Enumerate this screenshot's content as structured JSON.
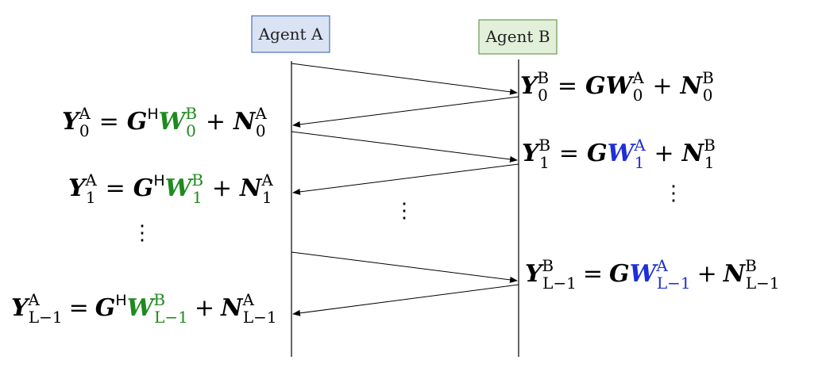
{
  "agents": {
    "a": {
      "label": "Agent A",
      "fill": "#dae3f3",
      "stroke": "#4a72b8"
    },
    "b": {
      "label": "Agent B",
      "fill": "#e2efd9",
      "stroke": "#6f9a4e"
    }
  },
  "colors": {
    "green": "#1f8a1f",
    "blue": "#1f2fd6",
    "line": "#000000"
  },
  "equations": {
    "b": [
      {
        "lhs": "Y",
        "lhs_sub": "0",
        "lhs_sup": "B",
        "eq": "=",
        "g": "G",
        "w": "W",
        "w_sub": "0",
        "w_sup": "A",
        "plus": "+",
        "n": "N",
        "n_sub": "0",
        "n_sup": "B",
        "w_color": "black"
      },
      {
        "lhs": "Y",
        "lhs_sub": "1",
        "lhs_sup": "B",
        "eq": "=",
        "g": "G",
        "w": "W",
        "w_sub": "1",
        "w_sup": "A",
        "plus": "+",
        "n": "N",
        "n_sub": "1",
        "n_sup": "B",
        "w_color": "blue"
      },
      {
        "lhs": "Y",
        "lhs_sub": "L−1",
        "lhs_sup": "B",
        "eq": "=",
        "g": "G",
        "w": "W",
        "w_sub": "L−1",
        "w_sup": "A",
        "plus": "+",
        "n": "N",
        "n_sub": "L−1",
        "n_sup": "B",
        "w_color": "blue"
      }
    ],
    "a": [
      {
        "lhs": "Y",
        "lhs_sub": "0",
        "lhs_sup": "A",
        "eq": "=",
        "g": "G",
        "g_sup": "H",
        "w": "W",
        "w_sub": "0",
        "w_sup": "B",
        "plus": "+",
        "n": "N",
        "n_sub": "0",
        "n_sup": "A",
        "w_color": "green"
      },
      {
        "lhs": "Y",
        "lhs_sub": "1",
        "lhs_sup": "A",
        "eq": "=",
        "g": "G",
        "g_sup": "H",
        "w": "W",
        "w_sub": "1",
        "w_sup": "B",
        "plus": "+",
        "n": "N",
        "n_sub": "1",
        "n_sup": "A",
        "w_color": "green"
      },
      {
        "lhs": "Y",
        "lhs_sub": "L−1",
        "lhs_sup": "A",
        "eq": "=",
        "g": "G",
        "g_sup": "H",
        "w": "W",
        "w_sub": "L−1",
        "w_sup": "B",
        "plus": "+",
        "n": "N",
        "n_sub": "L−1",
        "n_sup": "A",
        "w_color": "green"
      }
    ]
  },
  "ellipsis": "⋮"
}
